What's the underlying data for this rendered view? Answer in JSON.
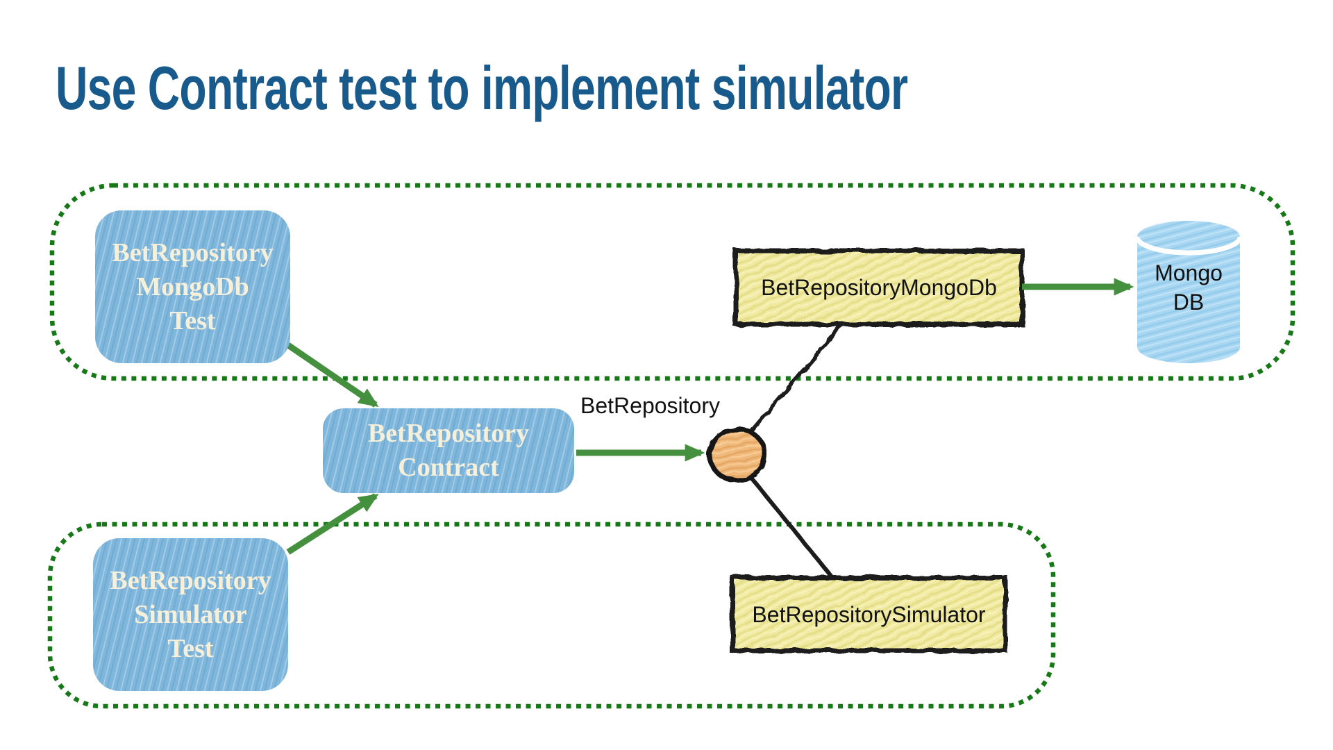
{
  "title": "Use Contract test to implement simulator",
  "nodes": {
    "mongodb_test_box": {
      "lines": [
        "BetRepository",
        "MongoDb",
        "Test"
      ]
    },
    "contract_box": {
      "lines": [
        "BetRepository",
        "Contract"
      ]
    },
    "simulator_test_box": {
      "lines": [
        "BetRepository",
        "Simulator",
        "Test"
      ]
    },
    "mongodb_impl_box": {
      "label": "BetRepositoryMongoDb"
    },
    "simulator_impl_box": {
      "label": "BetRepositorySimulator"
    },
    "database": {
      "lines": [
        "Mongo",
        "DB"
      ]
    },
    "interface_node": {
      "label": "BetRepository"
    }
  },
  "edges": [
    {
      "from": "mongodb_test_box",
      "to": "contract_box",
      "style": "green-arrow"
    },
    {
      "from": "simulator_test_box",
      "to": "contract_box",
      "style": "green-arrow"
    },
    {
      "from": "contract_box",
      "to": "interface_node",
      "style": "green-arrow"
    },
    {
      "from": "mongodb_impl_box",
      "to": "database",
      "style": "green-arrow"
    },
    {
      "from": "interface_node",
      "to": "mongodb_impl_box",
      "style": "black-line"
    },
    {
      "from": "interface_node",
      "to": "simulator_impl_box",
      "style": "black-line"
    }
  ],
  "groups": [
    {
      "name": "mongodb-scope",
      "contains": [
        "mongodb_test_box",
        "mongodb_impl_box",
        "database"
      ]
    },
    {
      "name": "simulator-scope",
      "contains": [
        "simulator_test_box",
        "simulator_impl_box"
      ]
    }
  ],
  "colors": {
    "title": "#175a8b",
    "container_dots": "#177817",
    "arrow_green": "#45903f",
    "box_blue": "#7fb6dc",
    "box_text_cream": "#f6f0da",
    "impl_yellow": "#f0eaa2",
    "database_blue": "#a9d7f1",
    "interface_orange": "#f1ba7d",
    "line_black": "#1a1a1a",
    "label_black": "#111111"
  }
}
